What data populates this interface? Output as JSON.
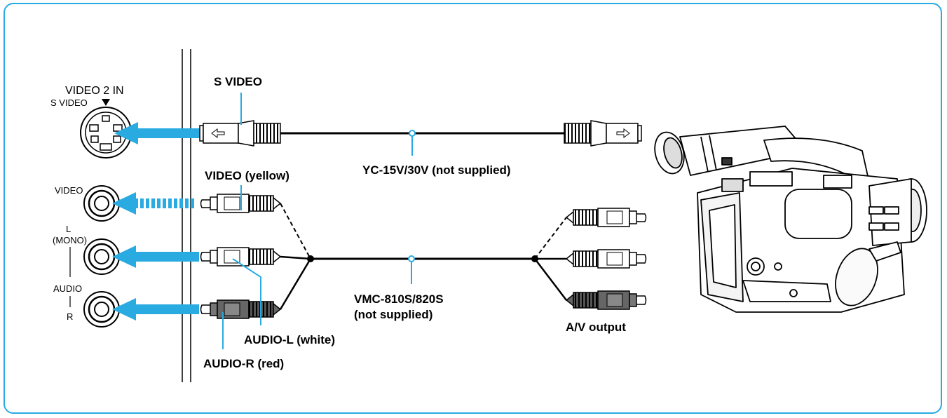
{
  "colors": {
    "frame": "#29abe2",
    "arrow": "#29abe2",
    "leader": "#29abe2",
    "ink": "#000000"
  },
  "tv_panel": {
    "video2in": "VIDEO 2 IN",
    "svideo_small": "S VIDEO",
    "video": "VIDEO",
    "l": "L",
    "mono": "(MONO)",
    "audio": "AUDIO",
    "r": "R"
  },
  "labels": {
    "svideo_cable": "S VIDEO",
    "yc_cable": "YC-15V/30V (not supplied)",
    "video_yellow": "VIDEO (yellow)",
    "vmc_line1": "VMC-810S/820S",
    "vmc_line2": "(not supplied)",
    "av_output": "A/V output",
    "audio_l": "AUDIO-L (white)",
    "audio_r": "AUDIO-R (red)"
  },
  "icons": [
    "svideo-jack-icon",
    "rca-jack-icon",
    "svideo-plug-icon",
    "rca-plug-icon",
    "camcorder-icon",
    "arrow-icon"
  ]
}
